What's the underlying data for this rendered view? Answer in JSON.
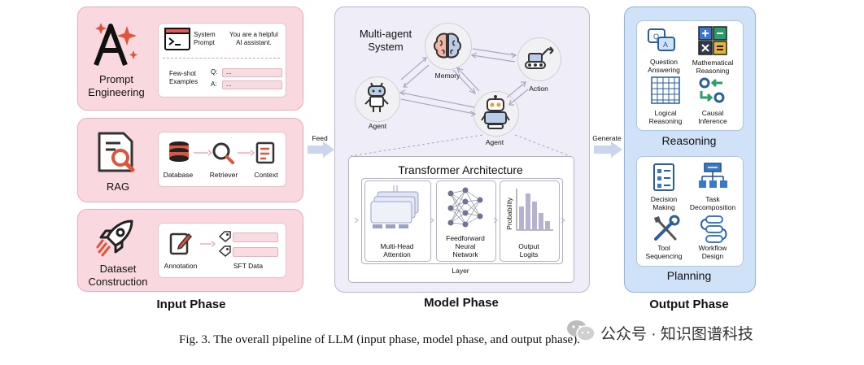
{
  "input": {
    "prompt": {
      "title": "Prompt\nEngineering",
      "system_label": "System\nPrompt",
      "system_text": "You are a helpful\nAI assistant.",
      "fewshot_label": "Few-shot\nExamples",
      "q": "Q:",
      "a": "A:",
      "dots": "..."
    },
    "rag": {
      "title": "RAG",
      "database": "Database",
      "retriever": "Retriever",
      "context": "Context"
    },
    "dataset": {
      "title": "Dataset\nConstruction",
      "annotation": "Annotation",
      "sft": "SFT Data"
    },
    "phase_label": "Input Phase"
  },
  "arrows": {
    "feed": "Feed",
    "generate": "Generate"
  },
  "model": {
    "system_title": "Multi-agent\nSystem",
    "memory": "Memory",
    "action": "Action",
    "agent1": "Agent",
    "agent2": "Agent",
    "transformer_title": "Transformer Architecture",
    "mha": "Multi-Head\nAttention",
    "ffn": "Feedforward\nNeural\nNetwork",
    "probability": "Probability",
    "logits": "Output\nLogits",
    "layer": "Layer",
    "phase_label": "Model Phase"
  },
  "output": {
    "reasoning": {
      "qa": "Question\nAnswering",
      "math": "Mathematical\nReasoning",
      "logical": "Logical\nReasoning",
      "causal": "Causal\nInference",
      "title": "Reasoning"
    },
    "planning": {
      "decision": "Decision\nMaking",
      "task": "Task\nDecomposition",
      "tool": "Tool\nSequencing",
      "workflow": "Workflow\nDesign",
      "title": "Planning"
    },
    "phase_label": "Output Phase"
  },
  "caption": "Fig. 3.  The overall pipeline of LLM (input phase, model phase, and output phase).",
  "watermark": "公众号 · 知识图谱科技"
}
